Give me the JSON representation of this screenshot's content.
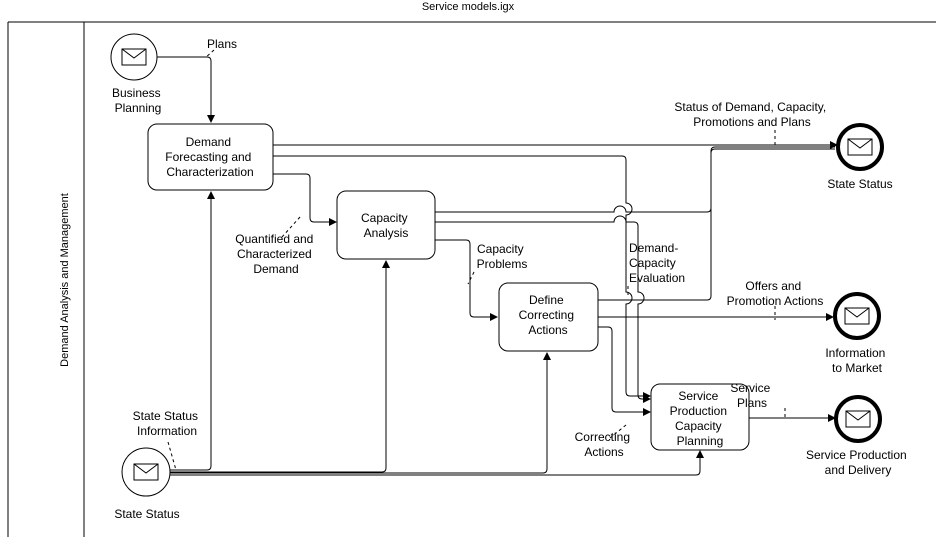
{
  "title": "Service models.igx",
  "lane_label": "Demand Analysis and Management",
  "events": {
    "business_planning": [
      "Business",
      "Planning"
    ],
    "state_status_start": [
      "State Status"
    ],
    "state_status_end": [
      "State Status"
    ],
    "information_to_market": [
      "Information",
      "to Market"
    ],
    "service_production_delivery": [
      "Service Production",
      "and Delivery"
    ]
  },
  "tasks": {
    "demand_forecasting": [
      "Demand",
      "Forecasting and",
      "Characterization"
    ],
    "capacity_analysis": [
      "Capacity",
      "Analysis"
    ],
    "define_correcting_actions": [
      "Define",
      "Correcting",
      "Actions"
    ],
    "service_production_planning": [
      "Service",
      "Production",
      "Capacity",
      "Planning"
    ]
  },
  "flow_labels": {
    "plans": [
      "Plans"
    ],
    "status_of_demand": [
      "Status of Demand, Capacity,",
      "Promotions and Plans"
    ],
    "quantified_demand": [
      "Quantified and",
      "Characterized",
      "Demand"
    ],
    "capacity_problems": [
      "Capacity",
      "Problems"
    ],
    "demand_capacity_eval": [
      "Demand-",
      "Capacity",
      "Evaluation"
    ],
    "offers_promotion": [
      "Offers and",
      "Promotion Actions"
    ],
    "state_status_info": [
      "State Status",
      "Information"
    ],
    "correcting_actions": [
      "Correcting",
      "Actions"
    ],
    "service_plans": [
      "Service",
      "Plans"
    ]
  }
}
